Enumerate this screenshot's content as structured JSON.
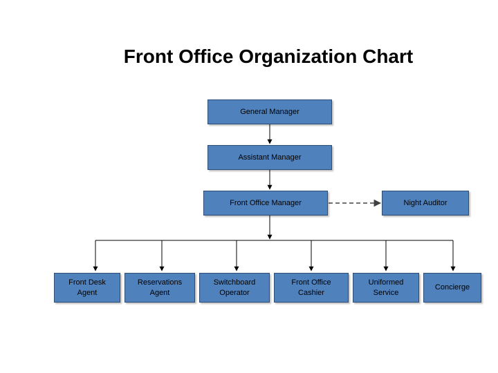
{
  "title": "Front Office Organization Chart",
  "colors": {
    "box_fill": "#4f81bd",
    "box_border": "#2c4d75",
    "connector": "#000000",
    "dashed_connector": "#404040"
  },
  "nodes": {
    "general_manager": "General Manager",
    "assistant_manager": "Assistant Manager",
    "front_office_manager": "Front Office Manager",
    "night_auditor": "Night Auditor",
    "front_desk_agent": "Front Desk\nAgent",
    "reservations_agent": "Reservations\nAgent",
    "switchboard_operator": "Switchboard\nOperator",
    "front_office_cashier": "Front Office\nCashier",
    "uniformed_service": "Uniformed\nService",
    "concierge": "Concierge"
  }
}
